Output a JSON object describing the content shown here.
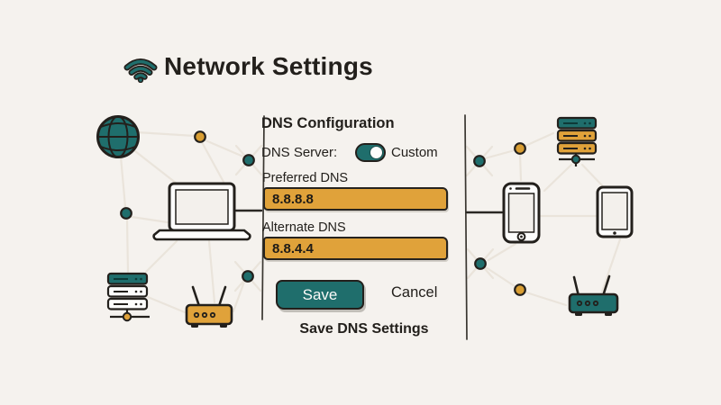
{
  "header": {
    "title": "Network Settings",
    "icon": "wifi-icon"
  },
  "panel": {
    "title": "DNS Configuration",
    "dns_server": {
      "label": "DNS Server:",
      "toggle": {
        "state": "on",
        "value": "Custom"
      }
    },
    "preferred": {
      "label": "Preferred DNS",
      "value": "8.8.8.8"
    },
    "alternate": {
      "label": "Alternate DNS",
      "value": "8.8.4.4"
    },
    "actions": {
      "save": "Save",
      "cancel": "Cancel"
    },
    "caption": "Save DNS Settings"
  },
  "illustration": {
    "left_nodes": [
      "globe",
      "laptop",
      "server-rack",
      "router",
      "network-dots"
    ],
    "right_nodes": [
      "server-rack",
      "smartphone",
      "tablet",
      "router",
      "network-dots"
    ]
  },
  "colors": {
    "background": "#F5F2EE",
    "teal": "#1F6E6C",
    "orange": "#E0A23A",
    "ink": "#23201C",
    "link_line": "#EAE4DB"
  }
}
